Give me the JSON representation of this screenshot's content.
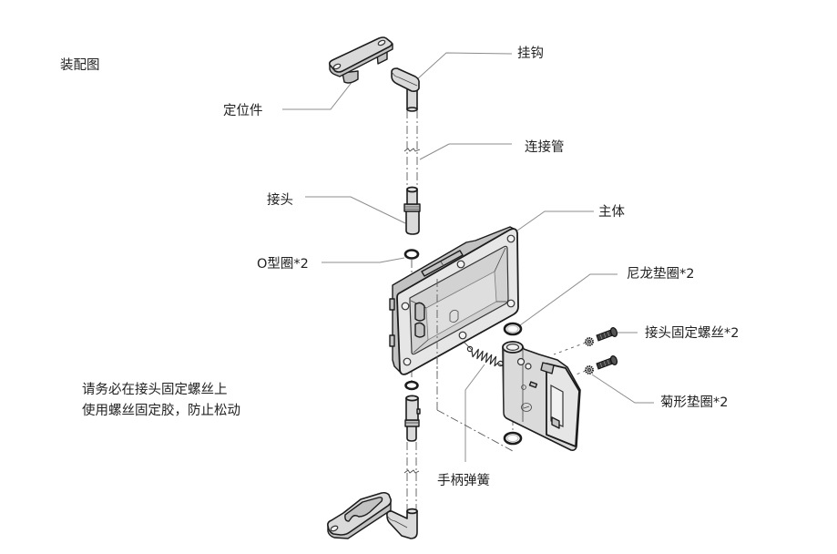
{
  "title": "装配图",
  "labels": {
    "hook": "挂钩",
    "locator": "定位件",
    "connecting_tube": "连接管",
    "connector": "接头",
    "body": "主体",
    "o_ring": "O型圈*2",
    "nylon_washer": "尼龙垫圈*2",
    "connector_screw": "接头固定螺丝*2",
    "star_washer": "菊形垫圈*2",
    "handle_spring": "手柄弹簧"
  },
  "note": {
    "lines": [
      "请务必在接头固定螺丝上",
      "使用螺丝固定胶，防止松动"
    ]
  }
}
